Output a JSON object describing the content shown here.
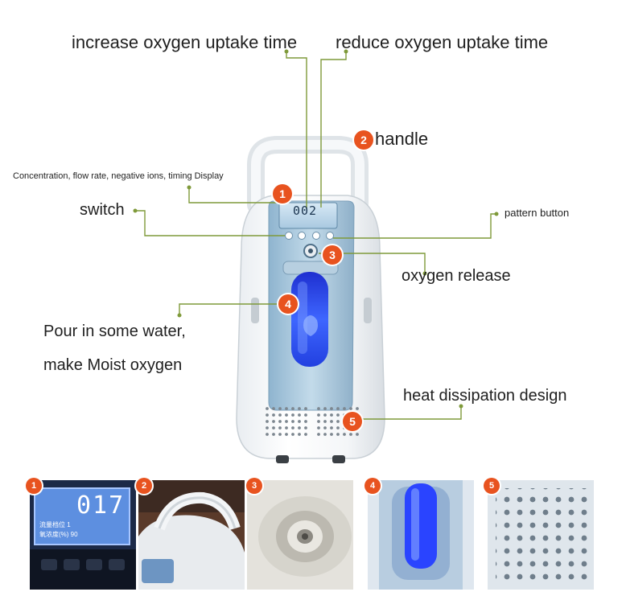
{
  "callouts": {
    "increase_time": "increase oxygen uptake time",
    "reduce_time": "reduce oxygen uptake time",
    "handle": "handle",
    "display": "Concentration, flow rate, negative ions, timing Display",
    "switch": "switch",
    "pattern_button": "pattern button",
    "oxygen_release": "oxygen release",
    "pour_water_line1": "Pour in some water,",
    "pour_water_line2": "make Moist oxygen",
    "heat_dissipation": "heat dissipation design"
  },
  "badges": [
    "1",
    "2",
    "3",
    "4",
    "5"
  ],
  "device_display": {
    "readout": "002"
  },
  "thumb_display": {
    "big_number": "017",
    "row1": "流量档位  1",
    "row2": "氧浓度(%)  90"
  },
  "colors": {
    "badge": "#e8531f",
    "leader_line": "#7f9a3a",
    "device_blue": "#a9c8de",
    "water_glow": "#2f4dff"
  }
}
